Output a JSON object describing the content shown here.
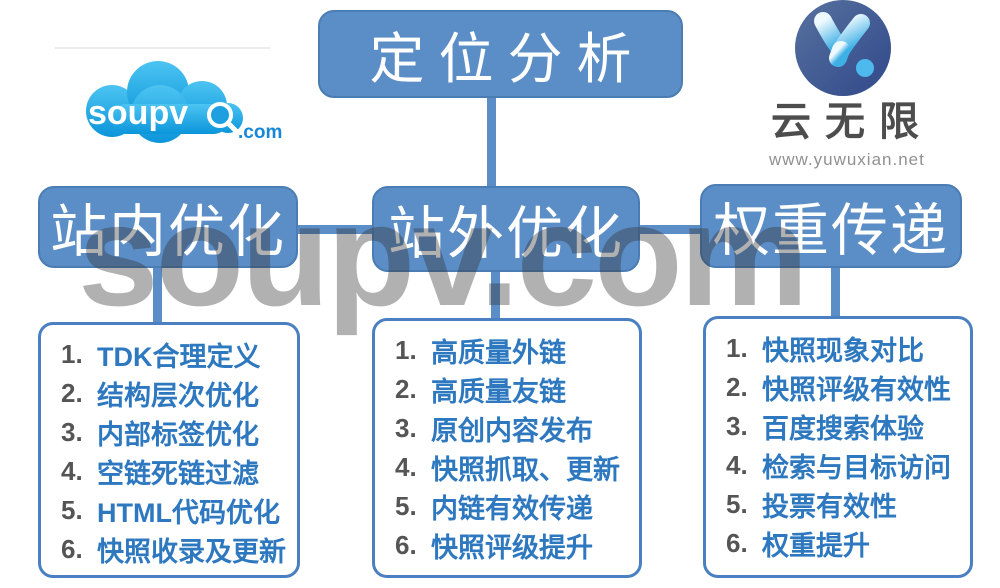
{
  "colors": {
    "node_blue": "#5b8dc6",
    "node_border": "#4b7db4",
    "list_border": "#4a7fc1",
    "item_text_blue": "#2e78c0",
    "item_number_gray": "#555555",
    "watermark_gray": "#333333",
    "yun_circle_blue": "#3b5697",
    "soupv_cloud_blue": "#1aa4e2"
  },
  "logos": {
    "soupv": {
      "name": "soupv",
      "tld": ".com"
    },
    "yuwuxian": {
      "name": "云无限",
      "url": "www.yuwuxian.net"
    }
  },
  "watermark": "soupv.com",
  "diagram": {
    "root": "定位分析",
    "branches": [
      {
        "title": "站内优化",
        "items": [
          "TDK合理定义",
          "结构层次优化",
          "内部标签优化",
          "空链死链过滤",
          "HTML代码优化",
          "快照收录及更新"
        ]
      },
      {
        "title": "站外优化",
        "items": [
          "高质量外链",
          "高质量友链",
          "原创内容发布",
          "快照抓取、更新",
          "内链有效传递",
          "快照评级提升"
        ]
      },
      {
        "title": "权重传递",
        "items": [
          "快照现象对比",
          "快照评级有效性",
          "百度搜索体验",
          "检索与目标访问",
          "投票有效性",
          "权重提升"
        ]
      }
    ]
  }
}
